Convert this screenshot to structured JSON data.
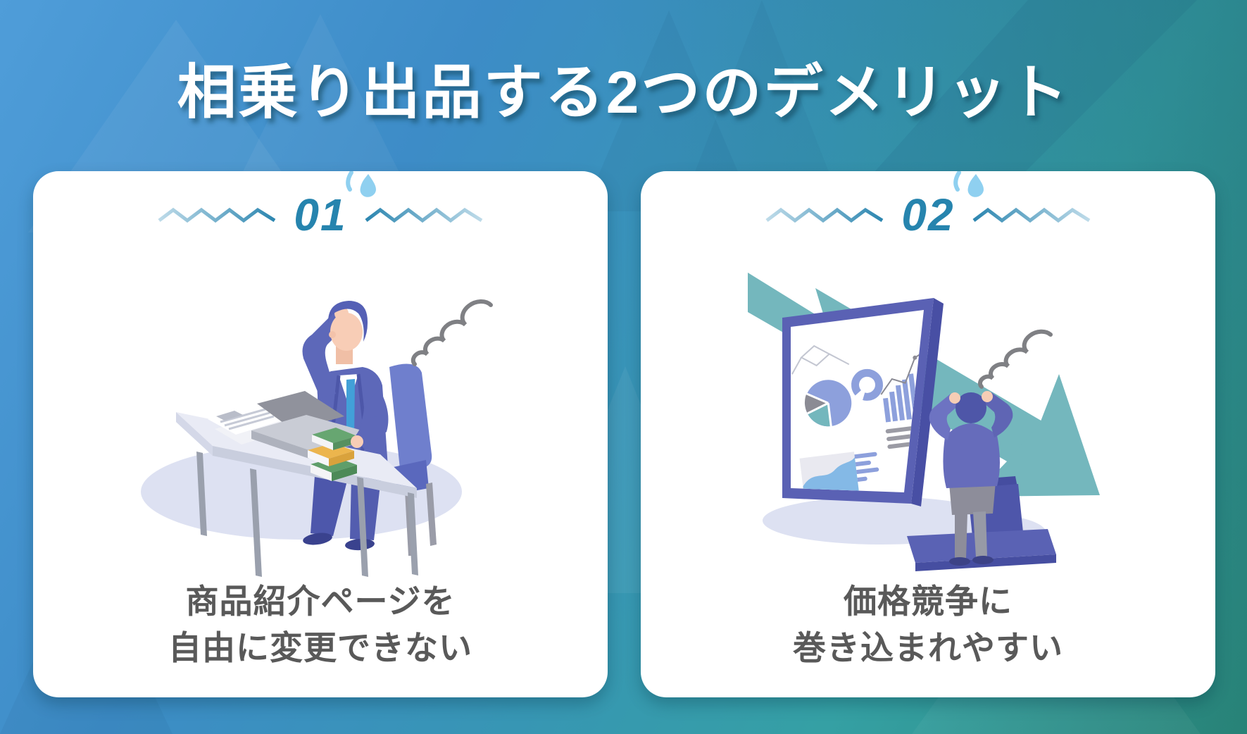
{
  "title": {
    "text": "相乗り出品する2つのデメリット"
  },
  "cards": [
    {
      "number": "01",
      "caption_line1": "商品紹介ページを",
      "caption_line2": "自由に変更できない",
      "illustration": "confused-businessman-scratching-head-at-desk-with-laptop-papers-and-books"
    },
    {
      "number": "02",
      "caption_line1": "価格競争に",
      "caption_line2": "巻き込まれやすい",
      "illustration": "distressed-person-holding-head-before-monitor-with-charts-and-falling-arrow"
    }
  ],
  "colors": {
    "background_gradient": [
      "#4f9dd9",
      "#3d8cc7",
      "#35a0a4",
      "#2b8c7c"
    ],
    "title_text": "#ffffff",
    "title_shadow": "#12465c",
    "card_background": "#ffffff",
    "number_accent": "#2684ae",
    "zigzag_dark": "#2c86b0",
    "zigzag_light": "#bedbe9",
    "sweat_drop": "#8fd0f0",
    "caption_text": "#595959",
    "suit_purple": "#5d68b9",
    "tie_blue": "#42a0d8",
    "skin": "#f8cdb6",
    "scribble_gray": "#7f8084",
    "arrow_teal": "#74b7bd",
    "monitor_purple": "#5a61b4",
    "chart_periwinkle": "#8da0dc",
    "base_ellipse": "#dde1f2",
    "book_green": "#5f9e6a",
    "book_yellow": "#ecb54d"
  }
}
